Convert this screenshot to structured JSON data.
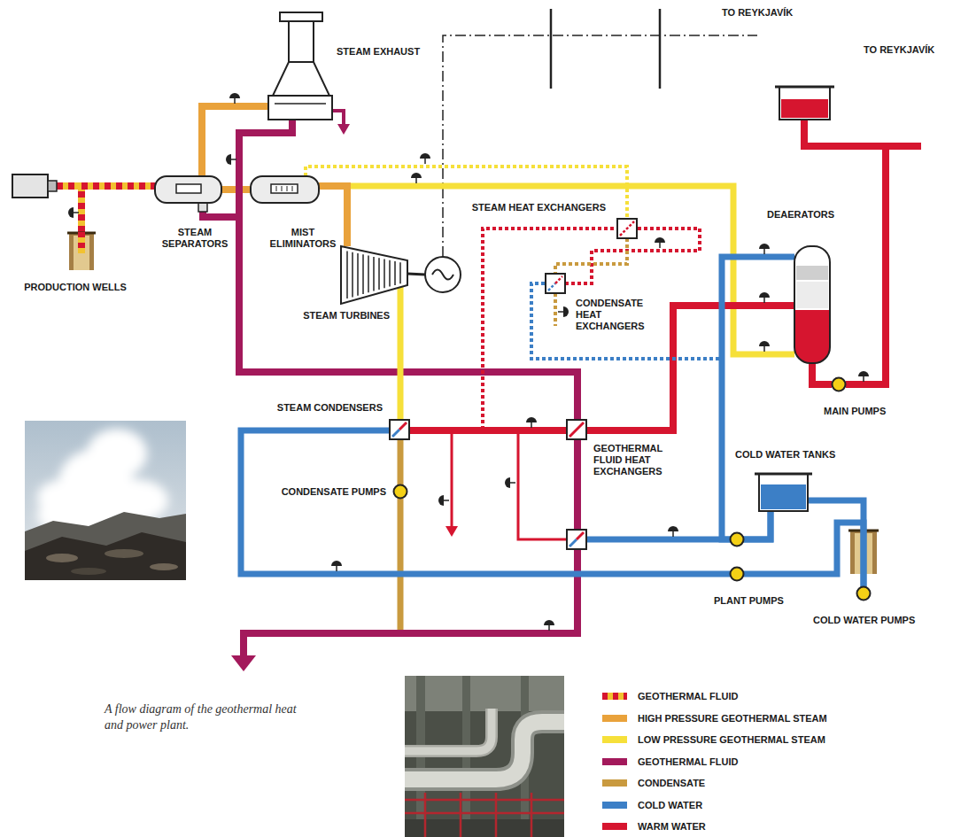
{
  "diagram": {
    "caption": "A flow diagram of the geothermal heat and power plant.",
    "nodes": [
      {
        "text": [
          "PRODUCTION WELLS"
        ]
      },
      {
        "text": [
          "STEAM SEPARATORS"
        ]
      },
      {
        "text": [
          "MIST ELIMINATORS"
        ]
      },
      {
        "text": [
          "STEAM EXHAUST"
        ]
      },
      {
        "text": [
          "STEAM TURBINES"
        ]
      },
      {
        "text": [
          "STEAM HEAT EXCHANGERS"
        ]
      },
      {
        "text": [
          "CONDENSATE HEAT EXCHANGERS"
        ]
      },
      {
        "text": [
          "DEAERATORS"
        ]
      },
      {
        "text": [
          "MAIN PUMPS"
        ]
      },
      {
        "text": [
          "STEAM CONDENSERS"
        ]
      },
      {
        "text": [
          "CONDENSATE PUMPS"
        ]
      },
      {
        "text": [
          "GEOTHERMAL FLUID HEAT EXCHANGERS"
        ]
      },
      {
        "text": [
          "COLD WATER TANKS"
        ]
      },
      {
        "text": [
          "PLANT PUMPS"
        ]
      },
      {
        "text": [
          "COLD WATER PUMPS"
        ]
      }
    ],
    "edges": [
      {
        "from": 0,
        "to": 1,
        "arrow": "none"
      },
      {
        "from": 1,
        "to": 2,
        "arrow": "none"
      },
      {
        "from": 1,
        "to": 3,
        "arrow": "none"
      },
      {
        "from": 3,
        "to": 11,
        "arrow": "none"
      },
      {
        "from": 1,
        "to": 11,
        "arrow": "none"
      },
      {
        "from": 2,
        "to": 7,
        "arrow": "none"
      },
      {
        "from": 2,
        "to": 4,
        "arrow": "none"
      },
      {
        "from": 2,
        "to": 5,
        "arrow": "none"
      },
      {
        "from": 4,
        "to": 9,
        "arrow": "none"
      },
      {
        "from": 9,
        "to": 10,
        "arrow": "none"
      },
      {
        "from": 9,
        "to": 5,
        "arrow": "none"
      },
      {
        "from": 9,
        "to": 11,
        "arrow": "none"
      },
      {
        "from": 11,
        "to": 7,
        "arrow": "none"
      },
      {
        "from": 7,
        "to": 8,
        "arrow": "none"
      },
      {
        "from": 6,
        "to": 5,
        "arrow": "none"
      },
      {
        "from": 5,
        "to": 6,
        "arrow": "none"
      },
      {
        "from": 14,
        "to": 12,
        "arrow": "none"
      },
      {
        "from": 14,
        "to": 13,
        "arrow": "none"
      },
      {
        "from": 13,
        "to": 9,
        "arrow": "none"
      },
      {
        "from": 12,
        "to": 7,
        "arrow": "none"
      },
      {
        "from": 12,
        "to": 6,
        "arrow": "none"
      },
      {
        "from": 12,
        "to": 11,
        "arrow": "none"
      }
    ],
    "labels": [
      "TO REYKJAVÍK",
      "TO REYKJAVÍK"
    ],
    "legend": [
      {
        "text": "GEOTHERMAL FLUID"
      },
      {
        "text": "HIGH PRESSURE GEOTHERMAL STEAM",
        "color": "#e9a23b"
      },
      {
        "text": "LOW PRESSURE GEOTHERMAL STEAM",
        "color": "#f6e03a"
      },
      {
        "text": "GEOTHERMAL FLUID",
        "color": "#a3195b"
      },
      {
        "text": "CONDENSATE",
        "color": "#c99a3f"
      },
      {
        "text": "COLD WATER",
        "color": "#3c7fc6"
      },
      {
        "text": "WARM WATER",
        "color": "#d6152f"
      }
    ]
  }
}
